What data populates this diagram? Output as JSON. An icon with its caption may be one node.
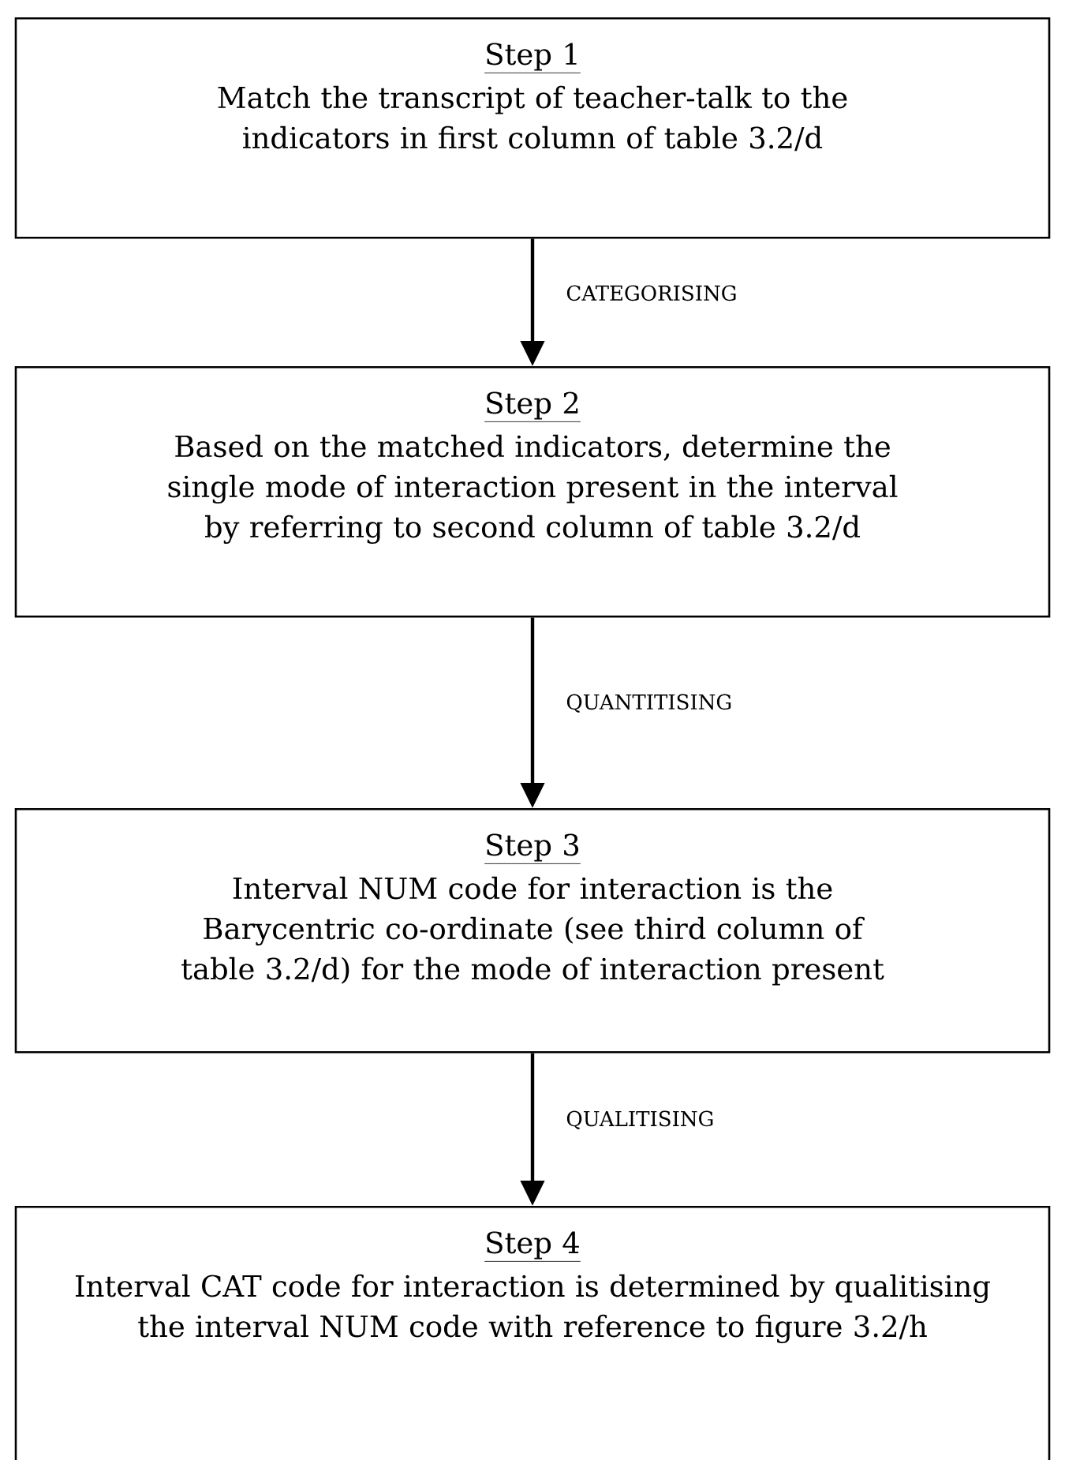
{
  "diagram": {
    "nodes": [
      {
        "text": [
          "Step 1",
          "Match the transcript of teacher-talk to the indicators in first column of table 3.2/d"
        ]
      },
      {
        "text": [
          "Step 2",
          "Based on the matched indicators, determine the single mode of interaction present in the interval by referring to second column of table 3.2/d"
        ]
      },
      {
        "text": [
          "Step 3",
          "Interval NUM code for interaction is the Barycentric co-ordinate (see third column of table 3.2/d) for the mode of interaction present"
        ]
      },
      {
        "text": [
          "Step 4",
          "Interval CAT code for interaction is determined by qualitising the interval NUM code with reference to figure 3.2/h"
        ]
      }
    ],
    "edges": [
      {
        "from": 0,
        "to": 1,
        "arrow": "to",
        "label": "CATEGORISING"
      },
      {
        "from": 1,
        "to": 2,
        "arrow": "to",
        "label": "QUANTITISING"
      },
      {
        "from": 2,
        "to": 3,
        "arrow": "to",
        "label": "QUALITISING"
      }
    ]
  }
}
